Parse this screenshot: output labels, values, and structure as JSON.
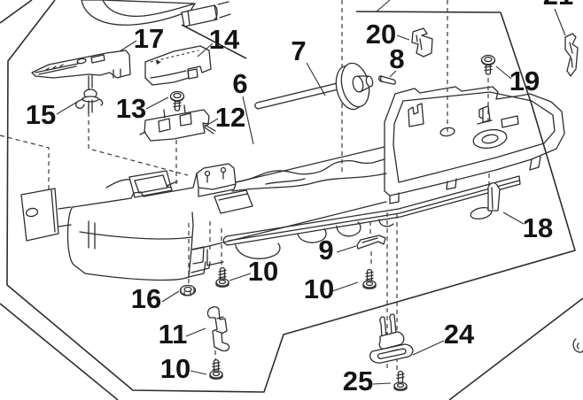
{
  "diagram": {
    "kind": "exploded-parts-diagram",
    "subject": "machine base plate assembly with numbered parts",
    "background_color": "#ffffff",
    "line_color": "#2d2d2d",
    "label_color": "#141414",
    "labels": [
      {
        "id": "17",
        "text": "17"
      },
      {
        "id": "14",
        "text": "14"
      },
      {
        "id": "15",
        "text": "15"
      },
      {
        "id": "13",
        "text": "13"
      },
      {
        "id": "12",
        "text": "12"
      },
      {
        "id": "6",
        "text": "6"
      },
      {
        "id": "7",
        "text": "7"
      },
      {
        "id": "20",
        "text": "20"
      },
      {
        "id": "8",
        "text": "8"
      },
      {
        "id": "19",
        "text": "19"
      },
      {
        "id": "21",
        "text": "21"
      },
      {
        "id": "18",
        "text": "18"
      },
      {
        "id": "16",
        "text": "16"
      },
      {
        "id": "10a",
        "text": "10"
      },
      {
        "id": "9",
        "text": "9"
      },
      {
        "id": "10b",
        "text": "10"
      },
      {
        "id": "11",
        "text": "11"
      },
      {
        "id": "10c",
        "text": "10"
      },
      {
        "id": "24",
        "text": "24"
      },
      {
        "id": "25",
        "text": "25"
      }
    ]
  }
}
